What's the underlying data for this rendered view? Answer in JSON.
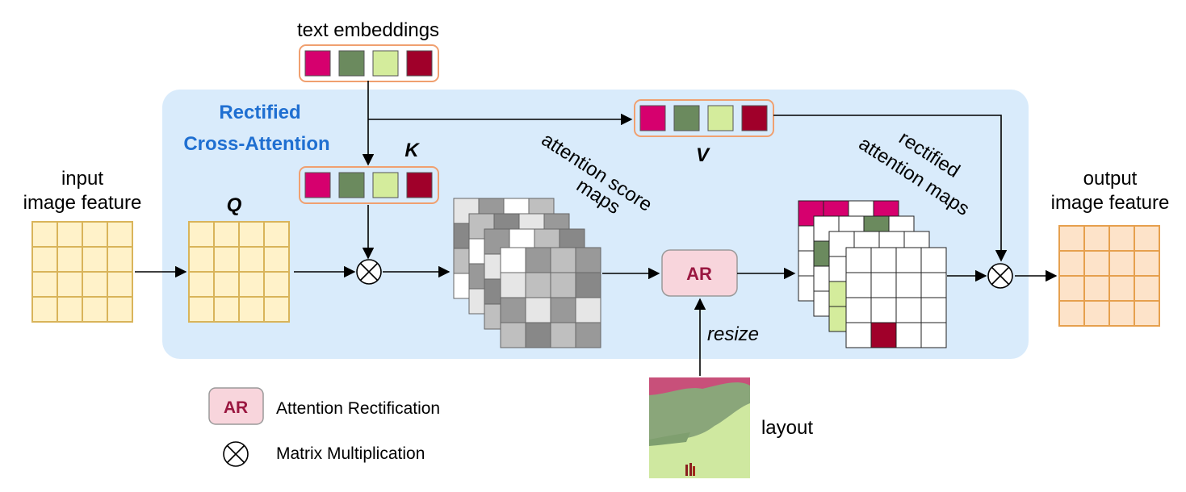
{
  "title": "Rectified Cross-Attention",
  "title_lines": [
    "Rectified",
    "Cross-Attention"
  ],
  "labels": {
    "text_embeddings": "text embeddings",
    "input_feature": [
      "input",
      "image feature"
    ],
    "output_feature": [
      "output",
      "image feature"
    ],
    "q": "Q",
    "k": "K",
    "v": "V",
    "attention_score_maps": [
      "attention score",
      "maps"
    ],
    "rectified_maps": [
      "rectified",
      "attention maps"
    ],
    "ar": "AR",
    "resize": "resize",
    "layout": "layout"
  },
  "legend": [
    {
      "symbol": "AR",
      "text": "Attention Rectification"
    },
    {
      "symbol": "⊗",
      "text": "Matrix Multiplication"
    }
  ],
  "colors": {
    "token_colors": [
      "#d6006e",
      "#6b8a5e",
      "#d4ec9c",
      "#a0002a"
    ],
    "panel_bg": "#d9ebfb",
    "title": "#1f6fd1",
    "feature_fill": "#fff2c9",
    "feature_stroke": "#d9b45a",
    "output_fill": "#fde3c9",
    "output_stroke": "#e6a04e",
    "embed_stroke": "#f0a070",
    "ar_fill": "#f8d5dc",
    "ar_text": "#9a1740"
  },
  "shading": {
    "score_front": [
      [
        "#ffffff",
        "#999999",
        "#bfbfbf",
        "#999999"
      ],
      [
        "#e6e6e6",
        "#bfbfbf",
        "#bfbfbf",
        "#888888"
      ],
      [
        "#999999",
        "#e6e6e6",
        "#999999",
        "#e6e6e6"
      ],
      [
        "#bfbfbf",
        "#888888",
        "#bfbfbf",
        "#999999"
      ]
    ],
    "rect_front_highlight": "#a0002a"
  }
}
